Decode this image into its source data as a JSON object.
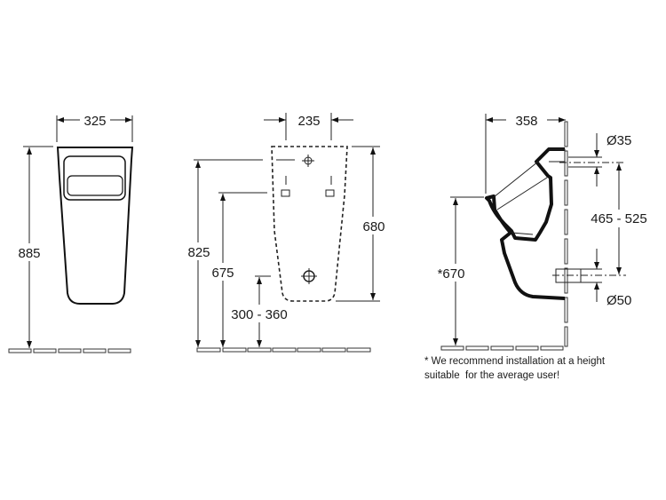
{
  "front_view": {
    "width_label": "325",
    "height_label": "885"
  },
  "rear_view": {
    "width_label": "235",
    "height_label": "680",
    "inlet_height_label": "825",
    "fixing_height_label": "675",
    "outlet_height_label": "300 - 360"
  },
  "side_view": {
    "depth_label": "358",
    "rim_height_label": "*670",
    "inlet_diameter_label": "Ø35",
    "pipe_distance_label": "465 - 525",
    "outlet_diameter_label": "Ø50"
  },
  "note": {
    "line1": "* We recommend installation at a height",
    "line2": "suitable  for the average user!"
  }
}
